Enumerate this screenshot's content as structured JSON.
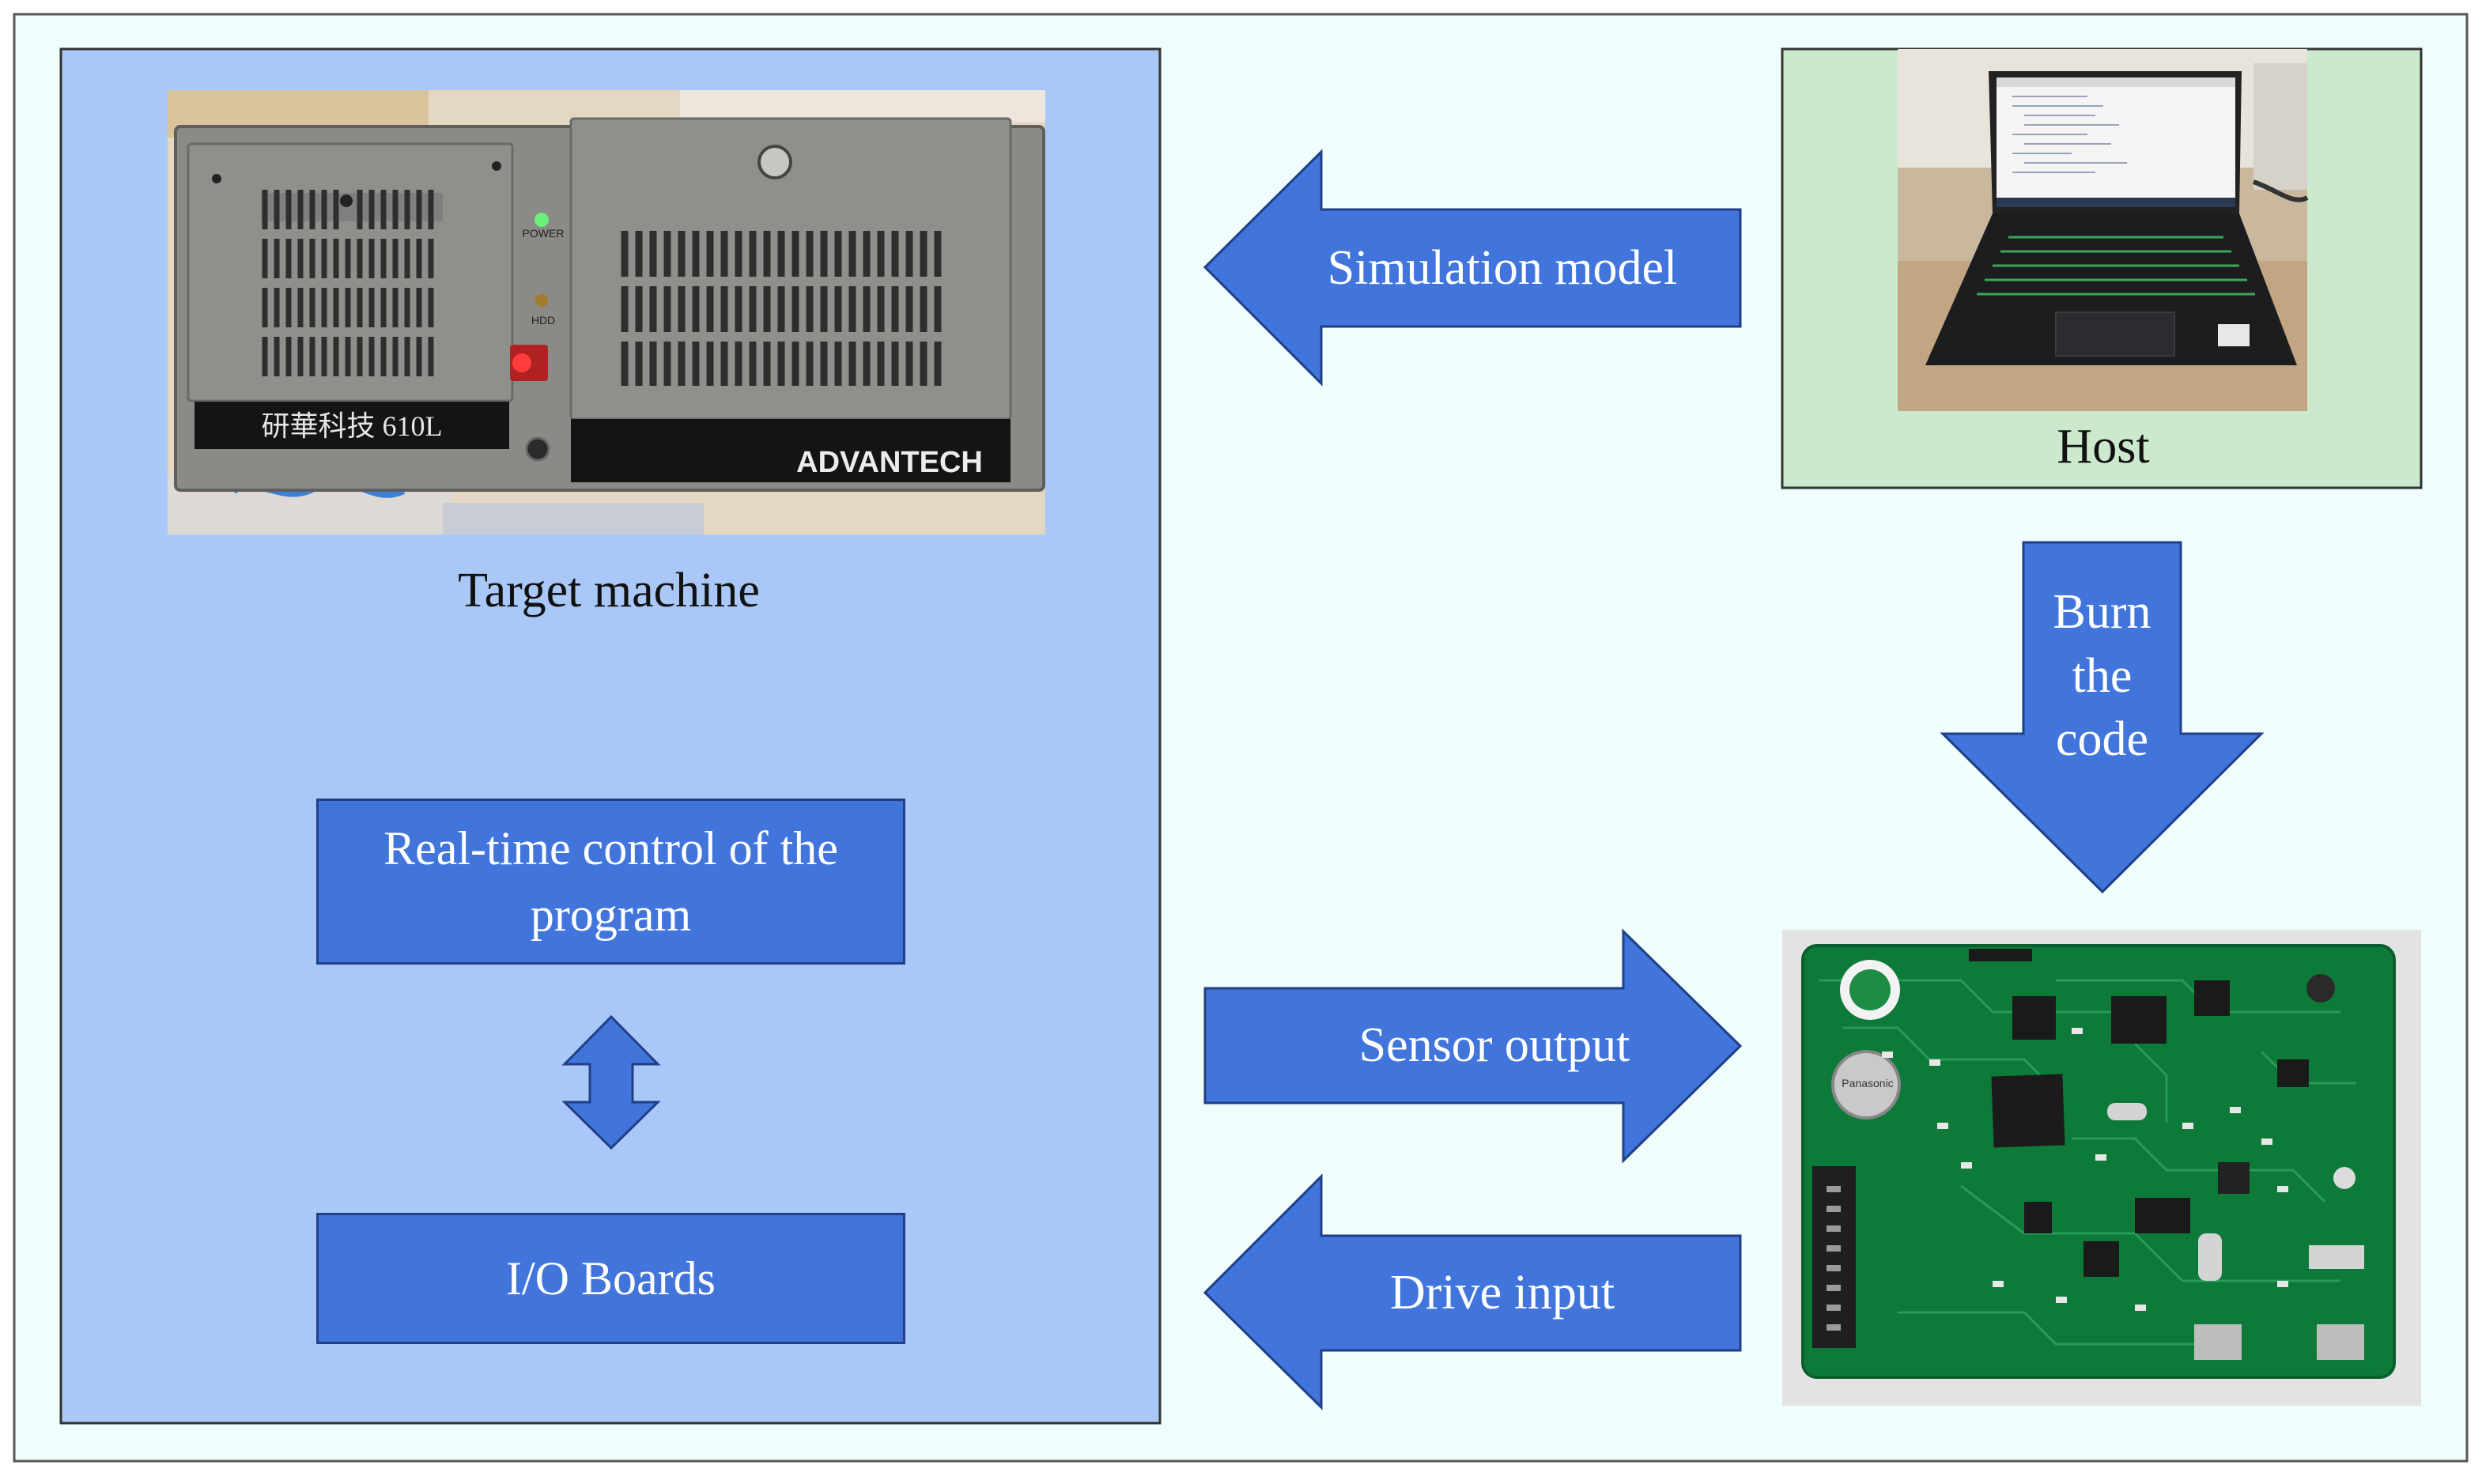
{
  "colors": {
    "background": "#effdfd",
    "target_panel": "#a9c8f7",
    "host_panel": "#cbe9cc",
    "arrow_fill": "#4175dc",
    "arrow_stroke": "#1f3f86",
    "arrow_text": "#ffffff"
  },
  "target_machine": {
    "caption": "Target machine",
    "photo": {
      "icon": "industrial-pc-photo",
      "brand_label": "ADVANTECH",
      "model_label": "研華科技 610L",
      "power_label": "POWER",
      "hdd_label": "HDD"
    },
    "blocks": {
      "control": "Real-time control of the program",
      "io": "I/O Boards"
    }
  },
  "host": {
    "caption": "Host",
    "photo": {
      "icon": "laptop-photo"
    }
  },
  "board": {
    "photo": {
      "icon": "pcb-board-photo",
      "battery_label": "Panasonic"
    }
  },
  "arrows": {
    "simulation_model": "Simulation model",
    "burn_code": "Burn the code",
    "sensor_output": "Sensor output",
    "drive_input": "Drive input"
  }
}
